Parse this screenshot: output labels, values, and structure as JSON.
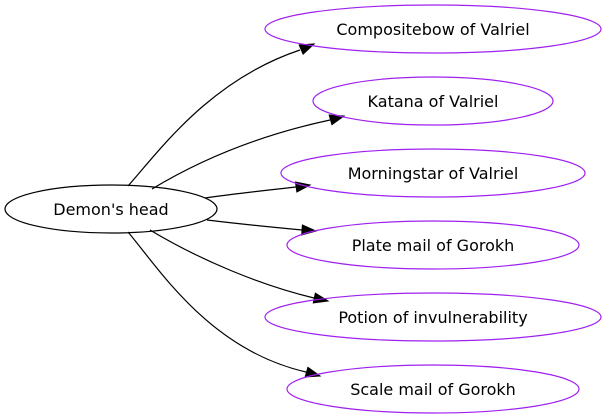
{
  "colors": {
    "source_node_stroke": "#000000",
    "target_node_stroke": "#a020f0",
    "edge": "#000000",
    "text": "#000000",
    "background": "#ffffff"
  },
  "graph": {
    "source": {
      "id": "demons-head",
      "label": "Demon's head"
    },
    "targets": [
      {
        "id": "compositebow",
        "label": "Compositebow of Valriel"
      },
      {
        "id": "katana",
        "label": "Katana of Valriel"
      },
      {
        "id": "morningstar",
        "label": "Morningstar of Valriel"
      },
      {
        "id": "plate-mail",
        "label": "Plate mail of Gorokh"
      },
      {
        "id": "potion",
        "label": "Potion of invulnerability"
      },
      {
        "id": "scale-mail",
        "label": "Scale mail of Gorokh"
      }
    ],
    "edges": [
      {
        "from": "demons-head",
        "to": "compositebow"
      },
      {
        "from": "demons-head",
        "to": "katana"
      },
      {
        "from": "demons-head",
        "to": "morningstar"
      },
      {
        "from": "demons-head",
        "to": "plate-mail"
      },
      {
        "from": "demons-head",
        "to": "potion"
      },
      {
        "from": "demons-head",
        "to": "scale-mail"
      }
    ]
  }
}
